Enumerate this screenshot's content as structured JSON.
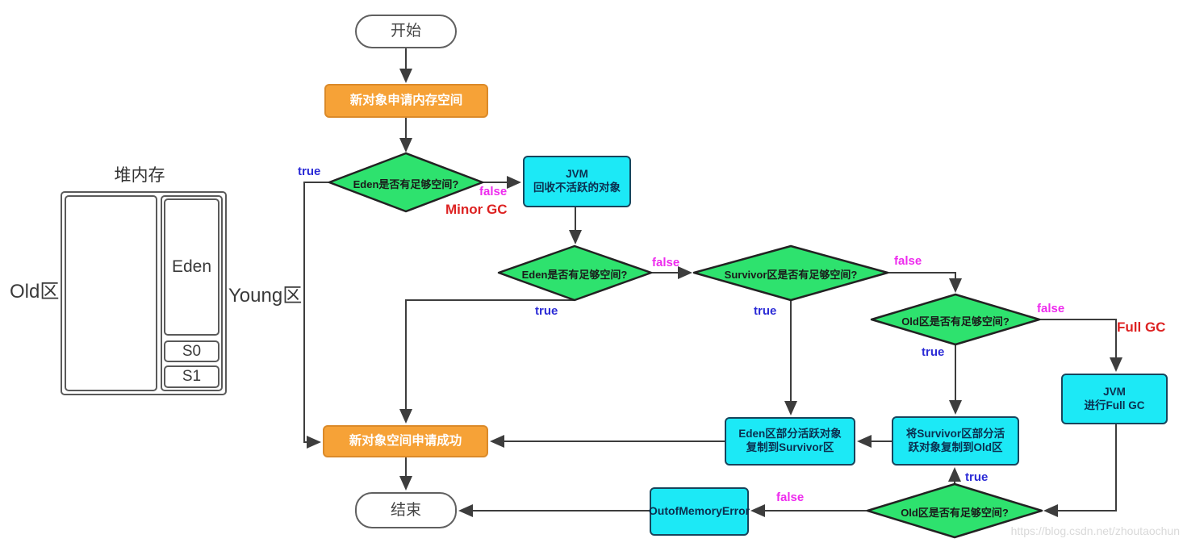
{
  "colors": {
    "orange": "#f6a237",
    "orange-border": "#db8a29",
    "green": "#2ee26e",
    "cyan": "#1ce9f6",
    "node-border": "#222222",
    "cyan-border": "#17455c",
    "line": "#3d3d3d",
    "true": "#2b2bd6",
    "false": "#ee2bee",
    "gc": "#dd2222",
    "watermark": "#d9d9d9"
  },
  "flowchart": {
    "start": "开始",
    "end": "结束",
    "alloc_request": "新对象申请内存空间",
    "alloc_success": "新对象空间申请成功",
    "decision_eden_1": "Eden是否有足够空间?",
    "decision_eden_2": "Eden是否有足够空间?",
    "decision_survivor": "Survivor区是否有足够空间?",
    "decision_old_1": "Old区是否有足够空间?",
    "decision_old_2": "Old区是否有足够空间?",
    "jvm_minor": {
      "line1": "JVM",
      "line2": "回收不活跃的对象"
    },
    "copy_eden": {
      "line1": "Eden区部分活跃对象",
      "line2": "复制到Survivor区"
    },
    "copy_survivor": {
      "line1": "将Survivor区部分活",
      "line2": "跃对象复制到Old区"
    },
    "jvm_full": {
      "line1": "JVM",
      "line2": "进行Full GC"
    },
    "oom": "OutofMemoryError",
    "labels": {
      "true": "true",
      "false": "false",
      "minor_gc": "Minor GC",
      "full_gc": "Full GC"
    }
  },
  "heap": {
    "title": "堆内存",
    "old_label": "Old区",
    "young_label": "Young区",
    "eden": "Eden",
    "s0": "S0",
    "s1": "S1"
  },
  "watermark": "https://blog.csdn.net/zhoutaochun"
}
